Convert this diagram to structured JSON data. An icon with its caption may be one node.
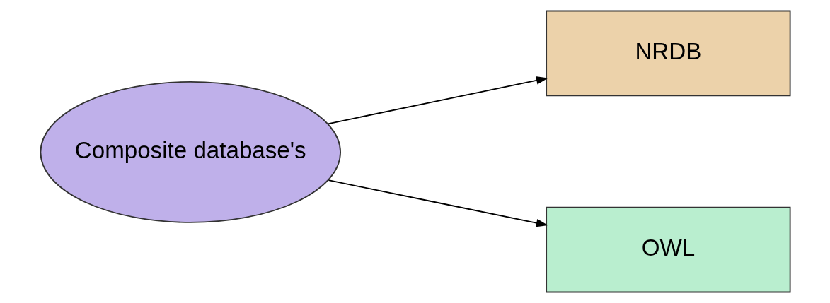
{
  "diagram": {
    "nodes": [
      {
        "text": [
          "Composite database's"
        ]
      },
      {
        "text": [
          "NRDB"
        ]
      },
      {
        "text": [
          "OWL"
        ]
      }
    ],
    "edges": [
      {
        "from": 0,
        "to": 1,
        "arrow": "to"
      },
      {
        "from": 0,
        "to": 2,
        "arrow": "to"
      }
    ]
  }
}
